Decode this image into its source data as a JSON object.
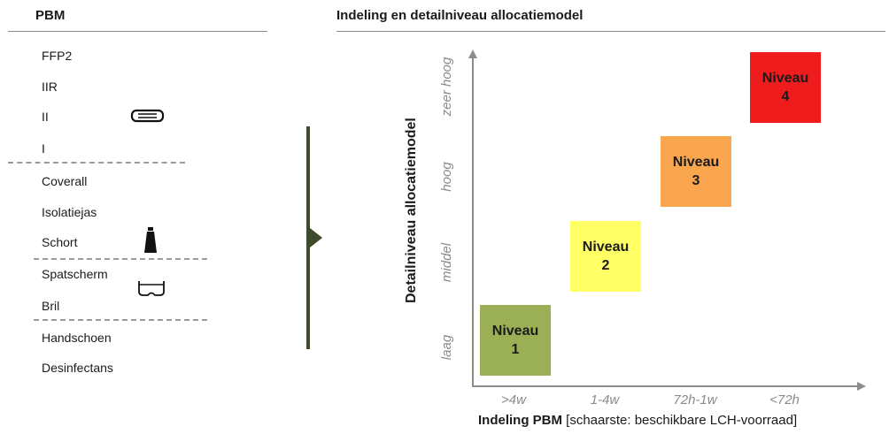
{
  "left_panel": {
    "title": "PBM",
    "items": [
      "FFP2",
      "IIR",
      "II",
      "I",
      "Coverall",
      "Isolatiejas",
      "Schort",
      "Spatscherm",
      "Bril",
      "Handschoen",
      "Desinfectans"
    ],
    "icons": [
      "face-mask-icon",
      "gown-icon",
      "goggles-icon"
    ]
  },
  "right_panel": {
    "title": "Indeling en detailniveau allocatiemodel"
  },
  "chart_data": {
    "type": "matrix",
    "y_axis_title": "Detailniveau allocatiemodel",
    "y_levels": [
      "laag",
      "middel",
      "hoog",
      "zeer hoog"
    ],
    "x_axis_title_bold": "Indeling PBM",
    "x_axis_title_rest": " [schaarste: beschikbare LCH-voorraad]",
    "x_categories": [
      ">4w",
      "1-4w",
      "72h-1w",
      "<72h"
    ],
    "boxes": [
      {
        "word": "Niveau",
        "number": "1",
        "x_category": ">4w",
        "y_level": "laag",
        "color": "#9bb055"
      },
      {
        "word": "Niveau",
        "number": "2",
        "x_category": "1-4w",
        "y_level": "middel",
        "color": "#ffff66"
      },
      {
        "word": "Niveau",
        "number": "3",
        "x_category": "72h-1w",
        "y_level": "hoog",
        "color": "#f9a64e"
      },
      {
        "word": "Niveau",
        "number": "4",
        "x_category": "<72h",
        "y_level": "zeer hoog",
        "color": "#ee1c1c"
      }
    ]
  }
}
